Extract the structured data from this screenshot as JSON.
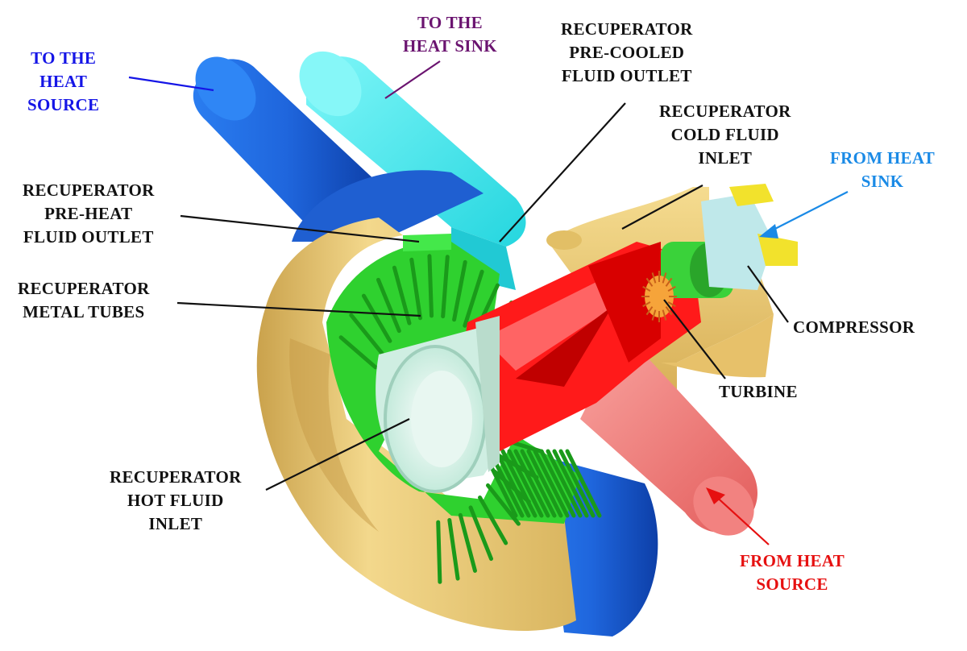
{
  "labels": {
    "to_heat_source": {
      "lines": [
        "TO THE",
        "HEAT",
        "SOURCE"
      ],
      "color": "#1515e6"
    },
    "to_heat_sink": {
      "lines": [
        "TO THE",
        "HEAT SINK"
      ],
      "color": "#6b1470"
    },
    "precooled_outlet": {
      "lines": [
        "RECUPERATOR",
        "PRE-COOLED",
        "FLUID OUTLET"
      ],
      "color": "#111111"
    },
    "cold_inlet": {
      "lines": [
        "RECUPERATOR",
        "COLD FLUID",
        "INLET"
      ],
      "color": "#111111"
    },
    "from_heat_sink": {
      "lines": [
        "FROM HEAT",
        "SINK"
      ],
      "color": "#1a8ae6"
    },
    "preheat_outlet": {
      "lines": [
        "RECUPERATOR",
        "PRE-HEAT",
        "FLUID OUTLET"
      ],
      "color": "#111111"
    },
    "metal_tubes": {
      "lines": [
        "RECUPERATOR",
        "METAL TUBES"
      ],
      "color": "#111111"
    },
    "compressor": {
      "lines": [
        "COMPRESSOR"
      ],
      "color": "#111111"
    },
    "turbine": {
      "lines": [
        "TURBINE"
      ],
      "color": "#111111"
    },
    "hot_inlet": {
      "lines": [
        "RECUPERATOR",
        "HOT FLUID",
        "INLET"
      ],
      "color": "#111111"
    },
    "from_heat_source": {
      "lines": [
        "FROM HEAT",
        "SOURCE"
      ],
      "color": "#e61010"
    }
  },
  "colors": {
    "housing": "#e9c46e",
    "cold_duct": "#3eeaf0",
    "hot_duct_blue": "#1f64d8",
    "tubes": "#3de03d",
    "hot_pipe": "#ff2020",
    "inlet_pipe": "#f07a78",
    "liner": "#d4f2e6"
  }
}
